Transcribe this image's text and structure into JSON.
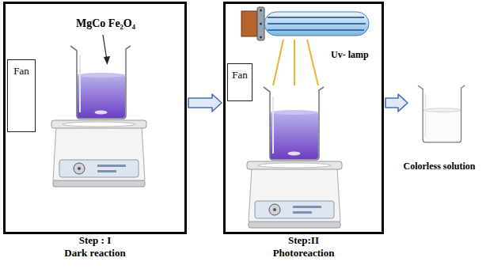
{
  "diagram": {
    "nodes": [
      {
        "text": [
          "Step : I",
          "Dark reaction"
        ]
      },
      {
        "text": [
          "Fan"
        ],
        "in": 0
      },
      {
        "text": [
          "Step:II",
          "Photoreaction"
        ]
      },
      {
        "text": [
          "Fan"
        ],
        "in": 2
      },
      {
        "text": [
          "Colorless solution"
        ]
      }
    ],
    "edges": [
      {
        "from": 0,
        "to": 2,
        "arrow": "to"
      },
      {
        "from": 2,
        "to": 4,
        "arrow": "to"
      }
    ],
    "labels": [
      "MgCo Fe₂O₄",
      "Uv- lamp"
    ]
  }
}
